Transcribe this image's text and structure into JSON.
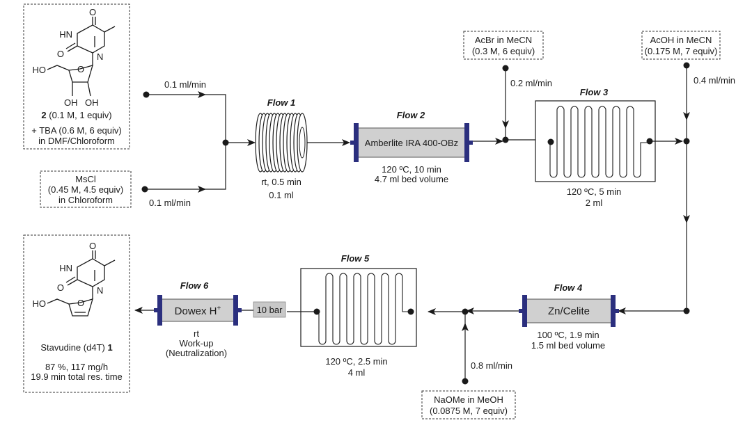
{
  "flows": {
    "f1": "Flow 1",
    "f2": "Flow 2",
    "f3": "Flow 3",
    "f4": "Flow 4",
    "f5": "Flow 5",
    "f6": "Flow 6"
  },
  "reagents": {
    "sm_num": "2",
    "sm_conc": " (0.1 M, 1 equiv)",
    "sm_tba": "+ TBA (0.6 M, 6 equiv)",
    "sm_solvent": "in DMF/Chloroform",
    "mscl_1": "MsCl",
    "mscl_2": "(0.45 M, 4.5 equiv)",
    "mscl_3": "in Chloroform",
    "acbr_1": "AcBr in MeCN",
    "acbr_2": "(0.3 M, 6 equiv)",
    "acoh_1": "AcOH in MeCN",
    "acoh_2": "(0.175 M, 7 equiv)",
    "naome_1": "NaOMe in MeOH",
    "naome_2": "(0.0875 M, 7 equiv)"
  },
  "rates": {
    "r_sm": "0.1 ml/min",
    "r_mscl": "0.1 ml/min",
    "r_acbr": "0.2 ml/min",
    "r_acoh": "0.4 ml/min",
    "r_naome": "0.8 ml/min"
  },
  "columns": {
    "c2": "Amberlite IRA 400-OBz",
    "c4": "Zn/Celite",
    "c6_base": "Dowex H",
    "c6_sup": "+"
  },
  "conditions": {
    "f1_a": "rt, 0.5 min",
    "f1_b": "0.1 ml",
    "f2_a": "120 ºC, 10 min",
    "f2_b": "4.7 ml bed volume",
    "f3_a": "120 ºC, 5 min",
    "f3_b": "2 ml",
    "f4_a": "100 ºC, 1.9 min",
    "f4_b": "1.5 ml bed volume",
    "f5_a": "120 ºC, 2.5 min",
    "f5_b": "4 ml",
    "f6_a": "rt",
    "f6_b": "Work-up",
    "f6_c": "(Neutralization)"
  },
  "pressure": "10 bar",
  "product": {
    "name": "Stavudine (d4T) ",
    "num": "1",
    "yield": "87 %, 117 mg/h",
    "time": "19.9 min total res. time"
  },
  "atoms": {
    "o": "O",
    "hn": "HN",
    "n": "N",
    "ho": "HO",
    "oh": "OH"
  },
  "colors": {
    "column_fill": "#d0d0d0",
    "endcap": "#2b2f7e",
    "pressure_fill": "#c8c8c8"
  }
}
